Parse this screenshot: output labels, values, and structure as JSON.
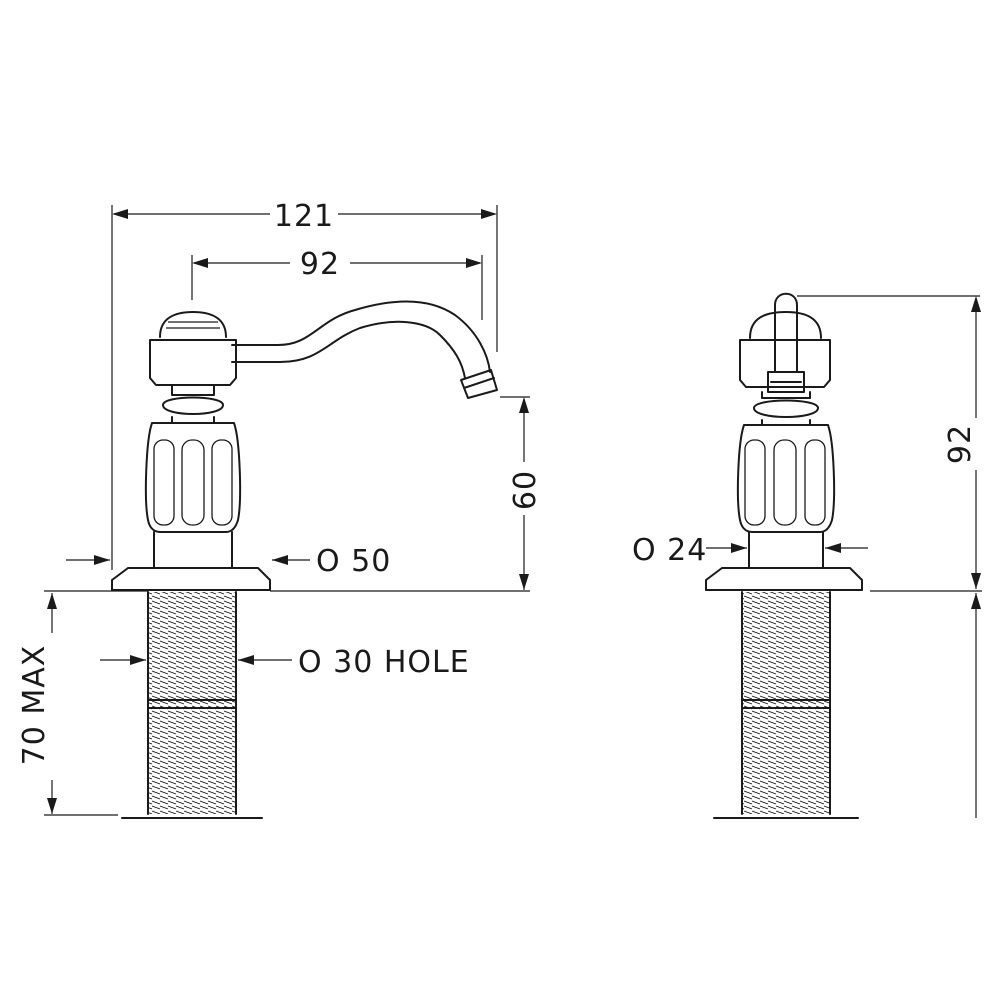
{
  "labels": {
    "overall_width": "121",
    "spout_reach": "92",
    "spout_height": "60",
    "base_diameter": "O 50",
    "hole_diameter": "O 30  HOLE",
    "shank_length": "70 MAX",
    "overall_height": "92",
    "body_diameter": "O 24"
  },
  "colors": {
    "line": "#1a1a1a",
    "background": "#ffffff"
  }
}
